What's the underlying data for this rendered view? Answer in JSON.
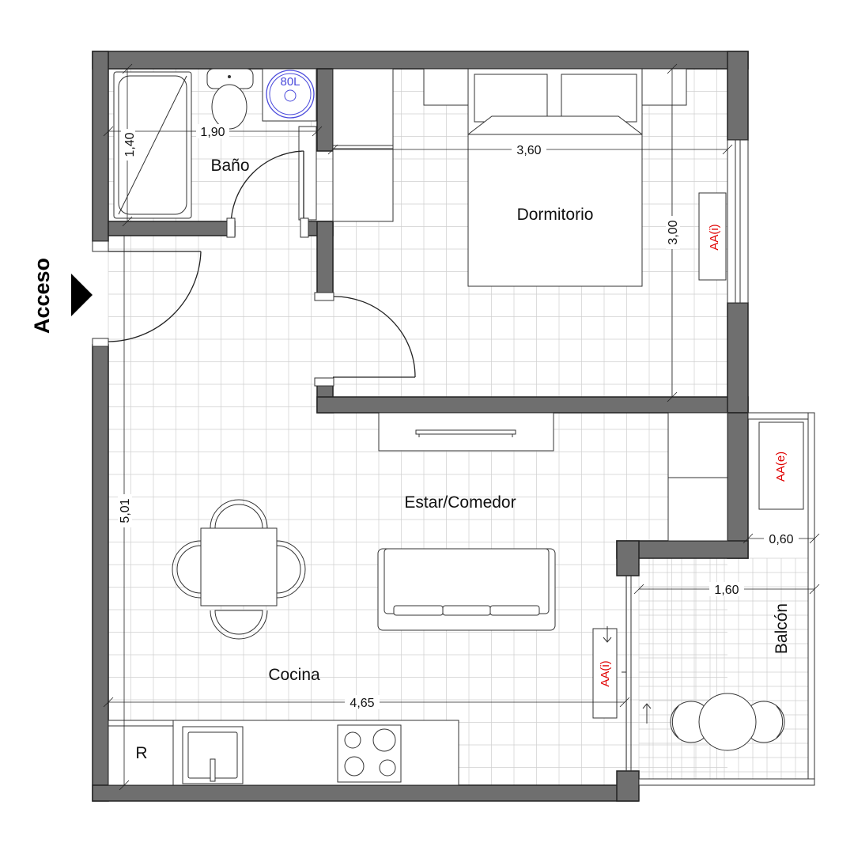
{
  "rooms": {
    "bano": "Baño",
    "dormitorio": "Dormitorio",
    "estar": "Estar/Comedor",
    "cocina": "Cocina",
    "balcon": "Balcón"
  },
  "access": "Acceso",
  "fridge": "R",
  "water_heater": "80L",
  "ac": {
    "bedroom": "AA(i)",
    "living": "AA(i)",
    "balcony": "AA(e)"
  },
  "dimensions": {
    "bano_width": "1,90",
    "bano_depth": "1,40",
    "dormitorio_width": "3,60",
    "dormitorio_depth": "3,00",
    "living_depth": "5,01",
    "kitchen_width": "4,65",
    "balcony_width": "1,60",
    "balcony_depth": "0,60"
  },
  "colors": {
    "wall": "#6f6f6f",
    "ac_text": "#e00000",
    "tank_text": "#4a4adb",
    "floor_grid": "#cfcfcf"
  }
}
